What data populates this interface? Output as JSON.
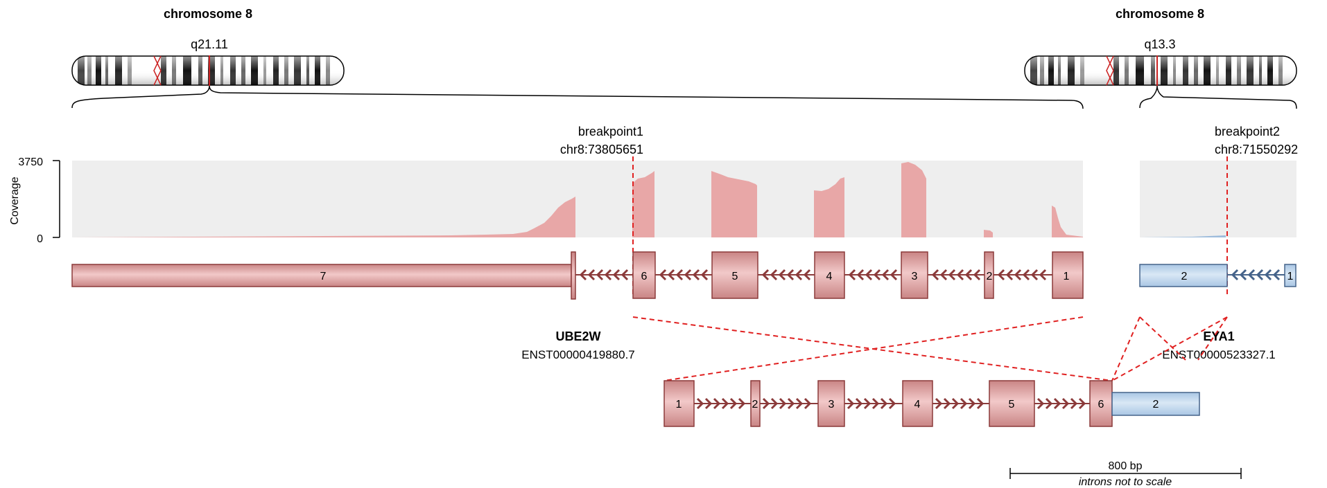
{
  "left": {
    "chromosome_title": "chromosome 8",
    "band": "q21.11",
    "breakpoint_label": "breakpoint1",
    "breakpoint_coord": "chr8:73805651",
    "gene_name": "UBE2W",
    "transcript": "ENST00000419880.7",
    "exons": [
      "7",
      "6",
      "5",
      "4",
      "3",
      "2",
      "1"
    ],
    "colors": {
      "fill": "#e8a7a7",
      "stroke": "#8b3a3a"
    }
  },
  "right": {
    "chromosome_title": "chromosome 8",
    "band": "q13.3",
    "breakpoint_label": "breakpoint2",
    "breakpoint_coord": "chr8:71550292",
    "gene_name": "EYA1",
    "transcript": "ENST00000523327.1",
    "exons": [
      "2",
      "1"
    ],
    "colors": {
      "fill": "#b8d2ea",
      "stroke": "#45638a"
    }
  },
  "coverage": {
    "axis_label": "Coverage",
    "max_label": "3750",
    "min_label": "0"
  },
  "fusion": {
    "exons": [
      "1",
      "2",
      "3",
      "4",
      "5",
      "6",
      "2"
    ]
  },
  "scale": {
    "label": "800 bp",
    "note": "introns not to scale"
  },
  "colors": {
    "coverage_bg": "#eeeeee",
    "coverage_fill": "#e8a7a7",
    "breakpoint_line": "#e02020"
  }
}
